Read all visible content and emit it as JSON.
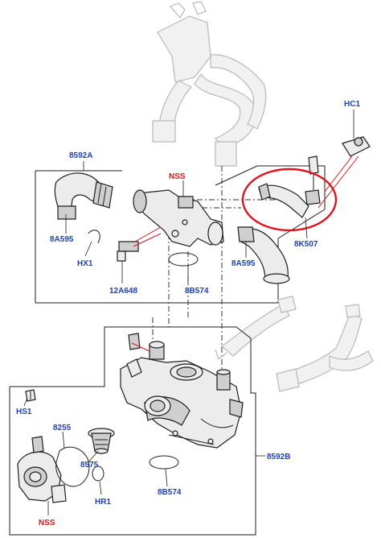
{
  "callouts": {
    "c8592a": "8592A",
    "nss_top": "NSS",
    "hc1": "HC1",
    "c8a595_left": "8A595",
    "hx1": "HX1",
    "c12a648": "12A648",
    "c8b574_top": "8B574",
    "c8k507": "8K507",
    "c8a595_right": "8A595",
    "hs1": "HS1",
    "c8255": "8255",
    "c8575": "8575",
    "hr1": "HR1",
    "nss_bottom": "NSS",
    "c8b574_bottom": "8B574",
    "c8592b": "8592B"
  },
  "colors": {
    "callout_blue": "#1f3fbf",
    "nss_red": "#e0141c",
    "highlight_circle": "#e0141c",
    "ghost_part": "#b8b8b8",
    "part_outline": "#1e1e1e"
  }
}
